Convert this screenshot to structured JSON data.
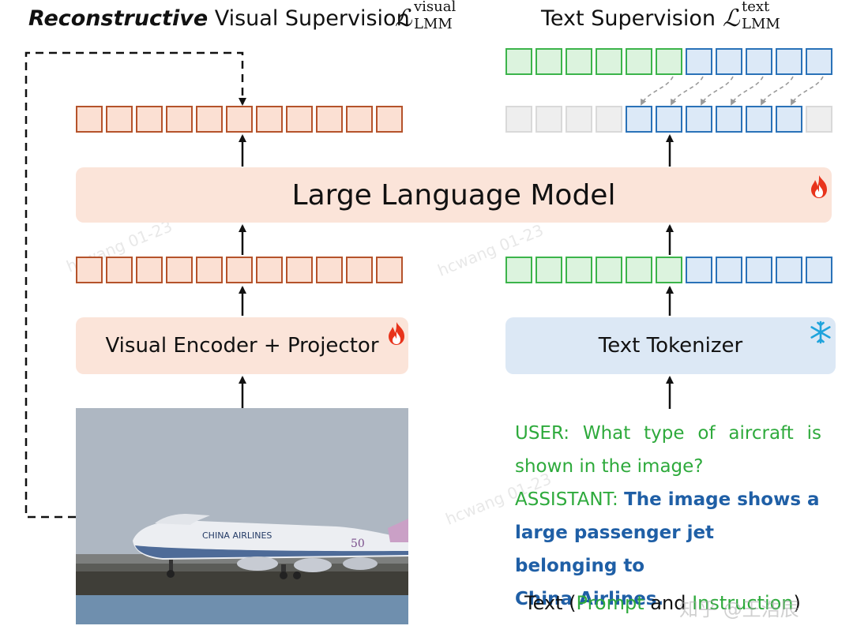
{
  "titles": {
    "visual_em": "Reconstructive",
    "visual_rest": " Visual Supervision",
    "text_sup": "Text Supervision",
    "loss_symbol": "ℒ",
    "loss_visual_sup": "visual",
    "loss_text_sup": "text",
    "loss_sub": "LMM"
  },
  "blocks": {
    "llm": "Large Language Model",
    "visual_encoder": "Visual Encoder + Projector",
    "text_tokenizer": "Text Tokenizer"
  },
  "prompt": {
    "user_line1": "USER: What type of aircraft is",
    "user_line2": "shown in the image?",
    "assistant_label": "ASSISTANT: ",
    "answer_line1": "The image shows a",
    "answer_line2": "large passenger jet belonging to",
    "answer_line3": "China Airlines."
  },
  "caption": {
    "prefix": "Text (",
    "prompt": "Prompt",
    "and": " and ",
    "instruction": "Instruction",
    "suffix": ")"
  },
  "photo": {
    "airline_text": "CHINA AIRLINES",
    "tail_number": "50"
  },
  "watermarks": {
    "author": "hcwang 01-23",
    "site": "知乎 @王浩辰"
  },
  "icons": {
    "trainable": "fire-icon",
    "frozen": "snowflake-icon"
  },
  "colors": {
    "visual_token_fill": "#fbe0d3",
    "visual_token_border": "#b5532b",
    "text_prompt_fill": "#dcf3de",
    "text_prompt_border": "#3cb44b",
    "text_answer_fill": "#dce9f7",
    "text_answer_border": "#2a72b8",
    "ignored_fill": "#eeeeee",
    "ignored_border": "#d9d9d9"
  }
}
